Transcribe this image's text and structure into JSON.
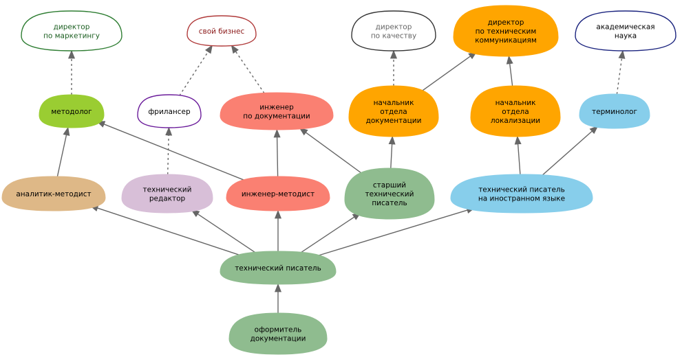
{
  "nodes": [
    {
      "id": "dir_marketing",
      "lines": [
        "директор",
        "по маркетингу"
      ],
      "fill": "#ffffff",
      "stroke": "#2e7d32",
      "text_color": "#1b5e20"
    },
    {
      "id": "own_business",
      "lines": [
        "свой бизнес"
      ],
      "fill": "#ffffff",
      "stroke": "#b03a3a",
      "text_color": "#8b1a1a"
    },
    {
      "id": "dir_quality",
      "lines": [
        "директор",
        "по качеству"
      ],
      "fill": "#ffffff",
      "stroke": "#333333",
      "text_color": "#666666"
    },
    {
      "id": "dir_techcomm",
      "lines": [
        "директор",
        "по техническим",
        "коммуникациям"
      ],
      "fill": "#ffa500",
      "stroke": "#ffa500",
      "text_color": "#000000"
    },
    {
      "id": "academic",
      "lines": [
        "академическая",
        "наука"
      ],
      "fill": "#ffffff",
      "stroke": "#1a237e",
      "text_color": "#000000"
    },
    {
      "id": "methodologist",
      "lines": [
        "методолог"
      ],
      "fill": "#9acd32",
      "stroke": "#9acd32",
      "text_color": "#000000"
    },
    {
      "id": "freelancer",
      "lines": [
        "фрилансер"
      ],
      "fill": "#ffffff",
      "stroke": "#6a1b9a",
      "text_color": "#000000"
    },
    {
      "id": "doc_engineer",
      "lines": [
        "инженер",
        "по документации"
      ],
      "fill": "#fa8072",
      "stroke": "#fa8072",
      "text_color": "#000000"
    },
    {
      "id": "head_docs",
      "lines": [
        "начальник",
        "отдела",
        "документации"
      ],
      "fill": "#ffa500",
      "stroke": "#ffa500",
      "text_color": "#000000"
    },
    {
      "id": "head_loc",
      "lines": [
        "начальник",
        "отдела",
        "локализации"
      ],
      "fill": "#ffa500",
      "stroke": "#ffa500",
      "text_color": "#000000"
    },
    {
      "id": "terminologist",
      "lines": [
        "терминолог"
      ],
      "fill": "#87ceeb",
      "stroke": "#87ceeb",
      "text_color": "#000000"
    },
    {
      "id": "analyst_method",
      "lines": [
        "аналитик-методист"
      ],
      "fill": "#deb887",
      "stroke": "#deb887",
      "text_color": "#000000"
    },
    {
      "id": "tech_editor",
      "lines": [
        "технический",
        "редактор"
      ],
      "fill": "#d8bfd8",
      "stroke": "#d8bfd8",
      "text_color": "#000000"
    },
    {
      "id": "eng_methodist",
      "lines": [
        "инженер-методист"
      ],
      "fill": "#fa8072",
      "stroke": "#fa8072",
      "text_color": "#000000"
    },
    {
      "id": "senior_writer",
      "lines": [
        "старший",
        "технический",
        "писатель"
      ],
      "fill": "#8fbc8f",
      "stroke": "#8fbc8f",
      "text_color": "#000000"
    },
    {
      "id": "foreign_writer",
      "lines": [
        "технический писатель",
        "на иностранном языке"
      ],
      "fill": "#87ceeb",
      "stroke": "#87ceeb",
      "text_color": "#000000"
    },
    {
      "id": "tech_writer",
      "lines": [
        "технический писатель"
      ],
      "fill": "#8fbc8f",
      "stroke": "#8fbc8f",
      "text_color": "#000000"
    },
    {
      "id": "doc_designer",
      "lines": [
        "оформитель",
        "документации"
      ],
      "fill": "#8fbc8f",
      "stroke": "#8fbc8f",
      "text_color": "#000000"
    }
  ],
  "edges": [
    {
      "from": "doc_designer",
      "to": "tech_writer",
      "style": "solid"
    },
    {
      "from": "tech_writer",
      "to": "analyst_method",
      "style": "solid"
    },
    {
      "from": "tech_writer",
      "to": "tech_editor",
      "style": "solid"
    },
    {
      "from": "tech_writer",
      "to": "eng_methodist",
      "style": "solid"
    },
    {
      "from": "tech_writer",
      "to": "senior_writer",
      "style": "solid"
    },
    {
      "from": "tech_writer",
      "to": "foreign_writer",
      "style": "solid"
    },
    {
      "from": "analyst_method",
      "to": "methodologist",
      "style": "solid"
    },
    {
      "from": "eng_methodist",
      "to": "methodologist",
      "style": "solid"
    },
    {
      "from": "eng_methodist",
      "to": "doc_engineer",
      "style": "solid"
    },
    {
      "from": "senior_writer",
      "to": "doc_engineer",
      "style": "solid"
    },
    {
      "from": "senior_writer",
      "to": "head_docs",
      "style": "solid"
    },
    {
      "from": "foreign_writer",
      "to": "head_loc",
      "style": "solid"
    },
    {
      "from": "foreign_writer",
      "to": "terminologist",
      "style": "solid"
    },
    {
      "from": "head_docs",
      "to": "dir_techcomm",
      "style": "solid"
    },
    {
      "from": "head_loc",
      "to": "dir_techcomm",
      "style": "solid"
    },
    {
      "from": "tech_editor",
      "to": "freelancer",
      "style": "dashed"
    },
    {
      "from": "methodologist",
      "to": "dir_marketing",
      "style": "dashed"
    },
    {
      "from": "freelancer",
      "to": "own_business",
      "style": "dashed"
    },
    {
      "from": "doc_engineer",
      "to": "own_business",
      "style": "dashed"
    },
    {
      "from": "head_docs",
      "to": "dir_quality",
      "style": "dashed"
    },
    {
      "from": "terminologist",
      "to": "academic",
      "style": "dashed"
    }
  ],
  "colors": {
    "edge": "#666666"
  }
}
